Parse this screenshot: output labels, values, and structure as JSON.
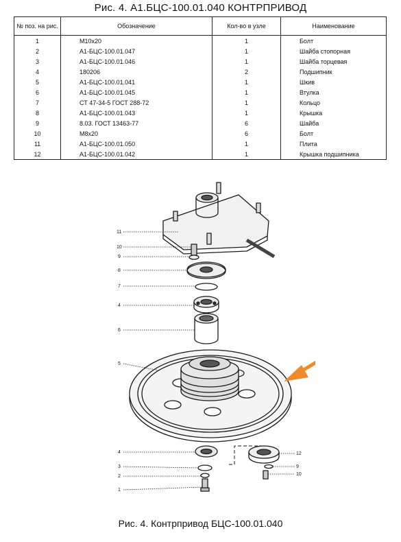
{
  "title": "Рис. 4.   А1.БЦС-100.01.040   КОНТРПРИВОД",
  "table": {
    "headers": [
      "№ поз. на рис.",
      "Обозначение",
      "Кол-во в узле",
      "Наименование"
    ],
    "rows": [
      [
        "1",
        "М10х20",
        "1",
        "Болт"
      ],
      [
        "2",
        "А1-БЦС-100.01.047",
        "1",
        "Шайба стопорная"
      ],
      [
        "3",
        "А1-БЦС-100.01.046",
        "1",
        "Шайба торцевая"
      ],
      [
        "4",
        "180206",
        "2",
        "Подшипник"
      ],
      [
        "5",
        "А1-БЦС-100.01.041",
        "1",
        "Шкив"
      ],
      [
        "6",
        "А1-БЦС-100.01.045",
        "1",
        "Втулка"
      ],
      [
        "7",
        "СТ 47-34-5 ГОСТ 288-72",
        "1",
        "Кольцо"
      ],
      [
        "8",
        "А1-БЦС-100.01.043",
        "1",
        "Крышка"
      ],
      [
        "9",
        "8.03. ГОСТ 13463-77",
        "6",
        "Шайба"
      ],
      [
        "10",
        "М8х20",
        "6",
        "Болт"
      ],
      [
        "11",
        "А1-БЦС-100.01.050",
        "1",
        "Плита"
      ],
      [
        "12",
        "А1-БЦС-100.01.042",
        "1",
        "Крышка подшипника"
      ]
    ]
  },
  "drawing": {
    "left_labels": [
      "11",
      "10",
      "9",
      "8",
      "7",
      "4",
      "6",
      "5",
      "4",
      "3",
      "2",
      "1"
    ],
    "right_labels": [
      "12",
      "9",
      "10"
    ],
    "arrow_color": "#f08a2c"
  },
  "caption": "Рис. 4. Контрпривод БЦС-100.01.040"
}
